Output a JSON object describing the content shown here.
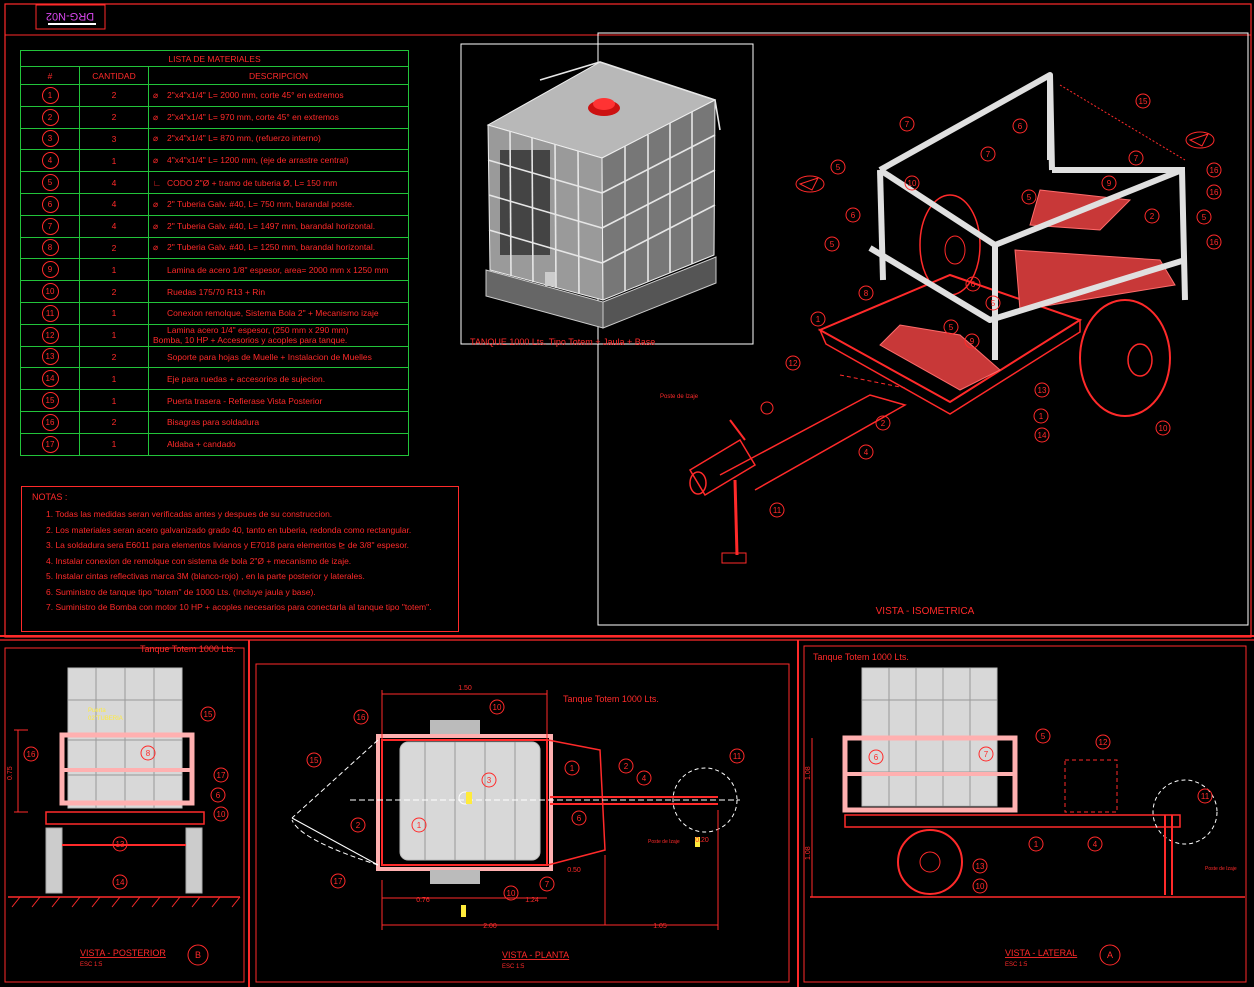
{
  "drawing_number": "DRG-N02",
  "bom": {
    "title": "LISTA DE MATERIALES",
    "headers": [
      "#",
      "CANTIDAD",
      "DESCRIPCION"
    ],
    "rows": [
      {
        "n": "1",
        "qty": "2",
        "sym": "⌀",
        "desc": "2\"x4\"x1/4\" L= 2000 mm, corte 45° en extremos"
      },
      {
        "n": "2",
        "qty": "2",
        "sym": "⌀",
        "desc": "2\"x4\"x1/4\" L= 970 mm, corte 45° en extremos"
      },
      {
        "n": "3",
        "qty": "3",
        "sym": "⌀",
        "desc": "2\"x4\"x1/4\" L= 870 mm, (refuerzo interno)"
      },
      {
        "n": "4",
        "qty": "1",
        "sym": "⌀",
        "desc": "4\"x4\"x1/4\" L= 1200 mm, (eje de arrastre central)"
      },
      {
        "n": "5",
        "qty": "4",
        "sym": "∟",
        "desc": "CODO 2\"Ø + tramo de tuberia Ø, L= 150 mm"
      },
      {
        "n": "6",
        "qty": "4",
        "sym": "⌀",
        "desc": "2\" Tuberia Galv. #40, L= 750 mm, barandal poste."
      },
      {
        "n": "7",
        "qty": "4",
        "sym": "⌀",
        "desc": "2\" Tuberia Galv. #40, L= 1497 mm, barandal horizontal."
      },
      {
        "n": "8",
        "qty": "2",
        "sym": "⌀",
        "desc": "2\" Tuberia Galv. #40, L= 1250 mm, barandal horizontal."
      },
      {
        "n": "9",
        "qty": "1",
        "sym": "",
        "desc": "Lamina de acero 1/8\" espesor, area= 2000 mm x 1250 mm"
      },
      {
        "n": "10",
        "qty": "2",
        "sym": "",
        "desc": "Ruedas 175/70 R13 + Rin"
      },
      {
        "n": "11",
        "qty": "1",
        "sym": "",
        "desc": "Conexion remolque, Sistema Bola 2\" + Mecanismo izaje"
      },
      {
        "n": "12",
        "qty": "1",
        "sym": "",
        "desc": "Lamina acero 1/4\" espesor, (250 mm x 290 mm)",
        "desc2": "Bomba, 10 HP + Accesorios y acoples para tanque."
      },
      {
        "n": "13",
        "qty": "2",
        "sym": "",
        "desc": "Soporte para hojas de Muelle + Instalacion de Muelles"
      },
      {
        "n": "14",
        "qty": "1",
        "sym": "",
        "desc": "Eje para ruedas + accesorios de sujecion."
      },
      {
        "n": "15",
        "qty": "1",
        "sym": "",
        "desc": "Puerta trasera - Refierase Vista Posterior"
      },
      {
        "n": "16",
        "qty": "2",
        "sym": "",
        "desc": "Bisagras para soldadura"
      },
      {
        "n": "17",
        "qty": "1",
        "sym": "",
        "desc": "Aldaba + candado"
      }
    ]
  },
  "notes": {
    "title": "NOTAS :",
    "items": [
      "1. Todas las medidas seran verificadas antes y despues de su construccion.",
      "2. Los materiales seran acero galvanizado grado 40, tanto en tuberia, redonda como rectangular.",
      "3. La soldadura sera E6011 para elementos livianos y E7018 para elementos ⊵ de 3/8\" espesor.",
      "4. Instalar conexion de remolque con sistema de bola 2\"Ø + mecanismo de izaje.",
      "5. Instalar cintas reflectivas marca 3M (blanco-rojo) , en la parte posterior y laterales.",
      "6. Suministro de tanque tipo \"totem\" de 1000 Lts. (Incluye jaula y base).",
      "7. Suministro de Bomba con motor 10 HP + acoples necesarios para conectarla al tanque tipo \"totem\"."
    ]
  },
  "tank_caption": "TANQUE 1000 Lts. Tipo Totem + Jaula + Base",
  "views": {
    "iso": {
      "title": "VISTA - ISOMETRICA",
      "poste_izaje": "Poste de Izaje",
      "balloons": [
        "15",
        "7",
        "6",
        "7",
        "7",
        "5",
        "10",
        "9",
        "5",
        "16",
        "6",
        "16",
        "2",
        "5",
        "16",
        "5",
        "8",
        "6",
        "5",
        "5",
        "9",
        "1",
        "12",
        "13",
        "1",
        "14",
        "2",
        "4",
        "10",
        "11"
      ]
    },
    "rear": {
      "title": "VISTA - POSTERIOR",
      "scale": "ESC 1:5",
      "marker": "B",
      "tank_label": "Tanque Totem 1000 Lts.",
      "door_label": "Puerta",
      "door_label2": "02\"TUBERIA",
      "balloons": [
        "16",
        "15",
        "8",
        "17",
        "6",
        "10",
        "13",
        "14"
      ],
      "dim_height": "0.75"
    },
    "plan": {
      "title": "VISTA - PLANTA",
      "scale": "ESC 1:5",
      "tank_label": "Tanque Totem 1000 Lts.",
      "poste_izaje": "Poste de Izaje",
      "dims": [
        "1.50",
        "0.76",
        "1.24",
        "2.00",
        "1.05",
        "0.50",
        "0.20"
      ],
      "balloons": [
        "16",
        "10",
        "15",
        "3",
        "1",
        "2",
        "6",
        "1",
        "2",
        "4",
        "11",
        "17",
        "10",
        "7"
      ]
    },
    "side": {
      "title": "VISTA - LATERAL",
      "scale": "ESC 1:5",
      "marker": "A",
      "tank_label": "Tanque Totem 1000 Lts.",
      "poste_izaje": "Poste de Izaje",
      "dims": [
        "1.08",
        "1.08"
      ],
      "balloons": [
        "5",
        "6",
        "7",
        "12",
        "11",
        "1",
        "4",
        "13",
        "10"
      ]
    }
  }
}
